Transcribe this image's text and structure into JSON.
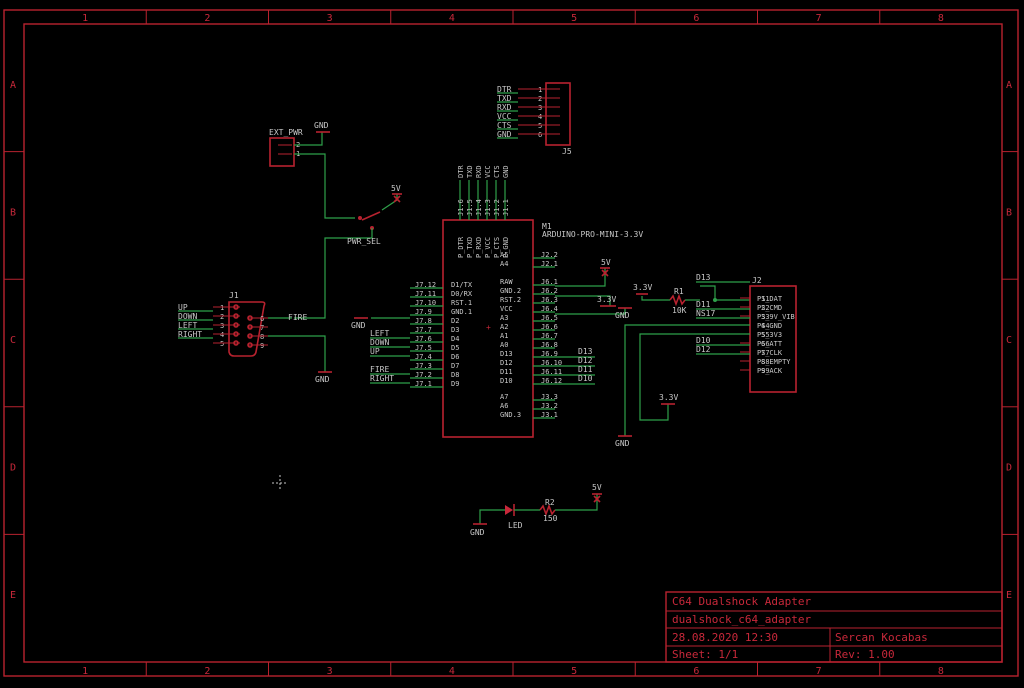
{
  "grid": {
    "columns": [
      "1",
      "2",
      "3",
      "4",
      "5",
      "6",
      "7",
      "8"
    ],
    "rows": [
      "A",
      "B",
      "C",
      "D",
      "E"
    ]
  },
  "title_block": {
    "title": "C64 Dualshock Adapter",
    "filename": "dualshock_c64_adapter",
    "date": "28.08.2020 12:30",
    "author": "Sercan Kocabas",
    "sheet": "Sheet:  1/1",
    "rev": "Rev: 1.00"
  },
  "ext_pwr": {
    "name": "EXT_PWR",
    "pins": [
      "2",
      "1"
    ]
  },
  "pwr_sel": {
    "name": "PWR_SEL"
  },
  "j1": {
    "name": "J1",
    "left_pins": [
      "1",
      "2",
      "3",
      "4",
      "5"
    ],
    "right_pins": [
      "6",
      "7",
      "8",
      "9"
    ],
    "nets_left": [
      "UP",
      "DOWN",
      "LEFT",
      "RIGHT"
    ],
    "net_fire": "FIRE"
  },
  "j5": {
    "name": "J5",
    "pins": [
      "1",
      "2",
      "3",
      "4",
      "5",
      "6"
    ],
    "nets": [
      "DTR",
      "TXD",
      "RXD",
      "VCC",
      "CTS",
      "GND"
    ]
  },
  "m1": {
    "ref": "M1",
    "value": "ARDUINO-PRO-MINI-3.3V",
    "top_nets": [
      "DTR",
      "TXD",
      "RXD",
      "VCC",
      "CTS",
      "GND"
    ],
    "top_pads": [
      "J1.6",
      "J1.5",
      "J1.4",
      "J1.3",
      "J1.2",
      "J1.1"
    ],
    "top_pins": [
      "P_DTR",
      "P_TXD",
      "P_RXD",
      "P_VCC",
      "P_CTS",
      "P_GND"
    ],
    "left_pins": [
      "D1/TX",
      "D0/RX",
      "RST.1",
      "GND.1",
      "D2",
      "D3",
      "D4",
      "D5",
      "D6",
      "D7",
      "D8",
      "D9"
    ],
    "left_pads": [
      "J7.12",
      "J7.11",
      "J7.10",
      "J7.9",
      "J7.8",
      "J7.7",
      "J7.6",
      "J7.5",
      "J7.4",
      "J7.3",
      "J7.2",
      "J7.1"
    ],
    "right_pins_a": [
      "A5",
      "A4"
    ],
    "right_pads_a": [
      "J2.2",
      "J2.1"
    ],
    "right_pins_b": [
      "RAW",
      "GND.2",
      "RST.2",
      "VCC",
      "A3",
      "A2",
      "A1",
      "A0",
      "D13",
      "D12",
      "D11",
      "D10"
    ],
    "right_pads_b": [
      "J6.1",
      "J6.2",
      "J6.3",
      "J6.4",
      "J6.5",
      "J6.6",
      "J6.7",
      "J6.8",
      "J6.9",
      "J6.10",
      "J6.11",
      "J6.12"
    ],
    "right_pins_c": [
      "A7",
      "A6",
      "GND.3"
    ],
    "right_pads_c": [
      "J3.3",
      "J3.2",
      "J3.1"
    ],
    "left_nets": [
      "LEFT",
      "DOWN",
      "UP",
      "FIRE",
      "RIGHT"
    ],
    "right_nets": [
      "D13",
      "D12",
      "D11",
      "D10"
    ]
  },
  "j2": {
    "name": "J2",
    "pads": [
      "PS1",
      "PS2",
      "PS3",
      "PS4",
      "PS5",
      "PS6",
      "PS7",
      "PS8",
      "PS9"
    ],
    "pins": [
      "1_DAT",
      "2_CMD",
      "3_9V_VIB",
      "4_GND",
      "5_3V3",
      "6_ATT",
      "7_CLK",
      "8_EMPTY",
      "9_ACK"
    ],
    "nets": [
      "D13",
      "D11",
      "NS17",
      "D10",
      "D12"
    ]
  },
  "r1": {
    "name": "R1",
    "value": "10K"
  },
  "r2": {
    "name": "R2",
    "value": "150"
  },
  "led": {
    "name": "LED"
  },
  "power": {
    "gnd": "GND",
    "v5": "5V",
    "v33": "3.3V"
  }
}
